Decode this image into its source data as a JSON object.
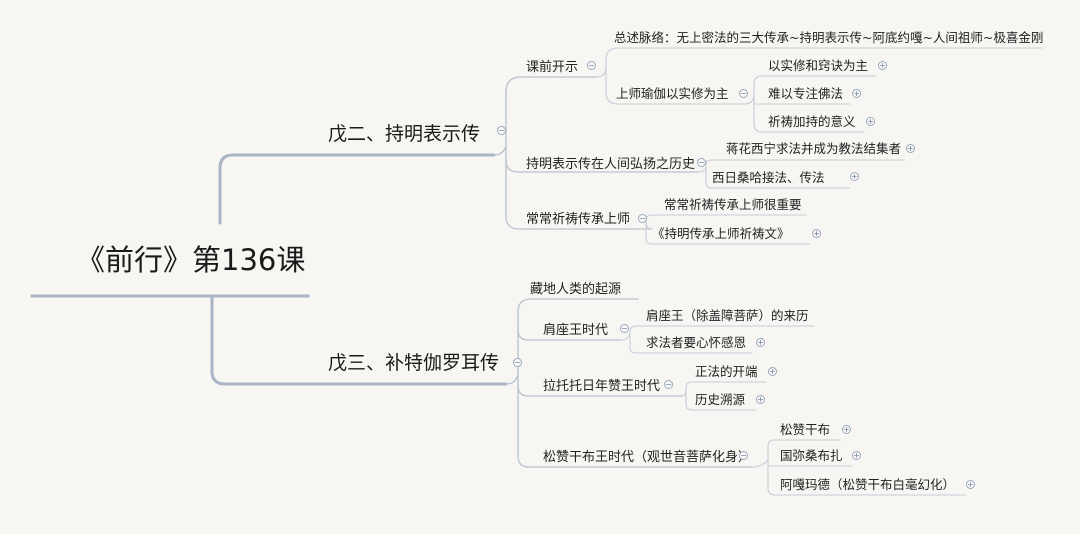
{
  "mindmap": {
    "root": "《前行》第136课",
    "branches": [
      {
        "label": "戊二、持明表示传",
        "children": [
          {
            "label": "课前开示",
            "children": [
              {
                "label": "总述脉络：无上密法的三大传承~持明表示传~阿底约嘎~人间祖师~极喜金刚"
              },
              {
                "label": "上师瑜伽以实修为主",
                "children": [
                  {
                    "label": "以实修和窍诀为主"
                  },
                  {
                    "label": "难以专注佛法"
                  },
                  {
                    "label": "祈祷加持的意义"
                  }
                ]
              }
            ]
          },
          {
            "label": "持明表示传在人间弘扬之历史",
            "children": [
              {
                "label": "蒋花西宁求法并成为教法结集者"
              },
              {
                "label": "西日桑哈接法、传法"
              }
            ]
          },
          {
            "label": "常常祈祷传承上师",
            "children": [
              {
                "label": "常常祈祷传承上师很重要"
              },
              {
                "label": "《持明传承上师祈祷文》"
              }
            ]
          }
        ]
      },
      {
        "label": "戊三、补特伽罗耳传",
        "children": [
          {
            "label": "藏地人类的起源"
          },
          {
            "label": "肩座王时代",
            "children": [
              {
                "label": "肩座王（除盖障菩萨）的来历"
              },
              {
                "label": "求法者要心怀感恩"
              }
            ]
          },
          {
            "label": "拉托托日年赞王时代",
            "children": [
              {
                "label": "正法的开端"
              },
              {
                "label": "历史溯源"
              }
            ]
          },
          {
            "label": "松赞干布王时代（观世音菩萨化身）",
            "children": [
              {
                "label": "松赞干布"
              },
              {
                "label": "国弥桑布扎"
              },
              {
                "label": "阿嘎玛德（松赞干布白毫幻化）"
              }
            ]
          }
        ]
      }
    ],
    "toggle_symbols": {
      "collapse": "−",
      "expand": "+"
    }
  }
}
